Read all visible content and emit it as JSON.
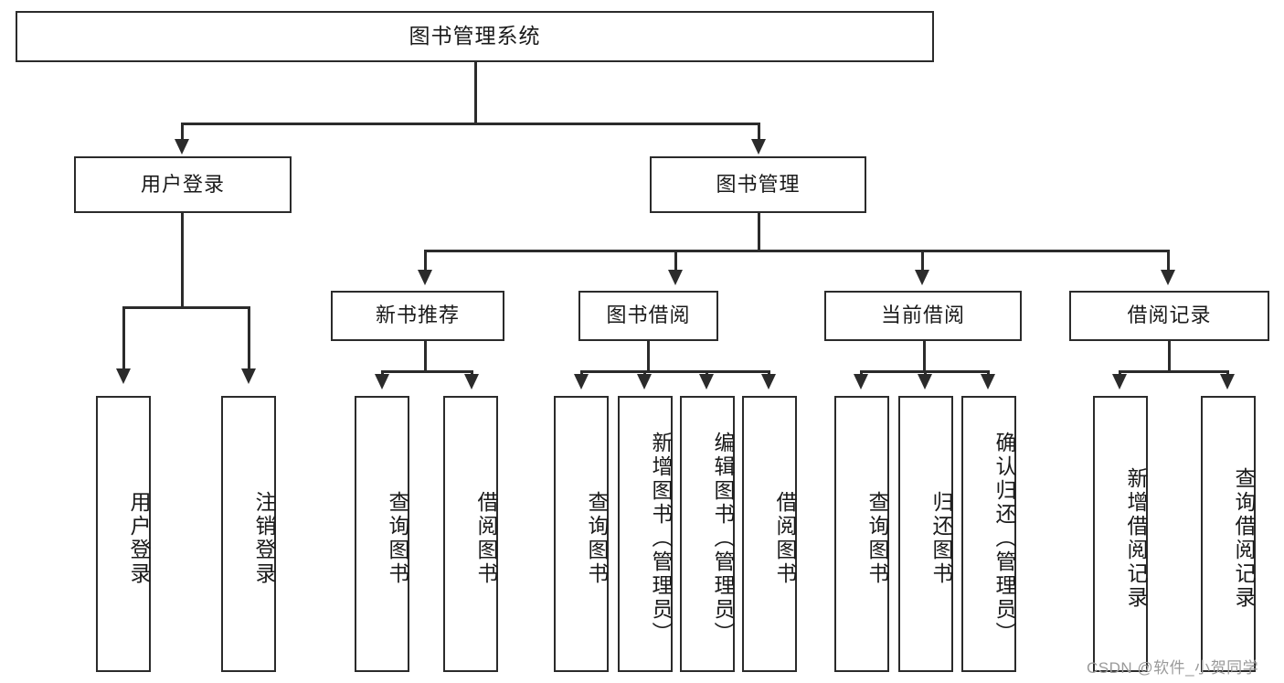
{
  "diagram": {
    "type": "hierarchy-tree",
    "title": "图书管理系统",
    "root": {
      "label": "图书管理系统"
    },
    "level2": [
      {
        "label": "用户登录"
      },
      {
        "label": "图书管理"
      }
    ],
    "level3": [
      {
        "label": "新书推荐"
      },
      {
        "label": "图书借阅"
      },
      {
        "label": "当前借阅"
      },
      {
        "label": "借阅记录"
      }
    ],
    "leaves": {
      "user_login": [
        {
          "label": "用户登录"
        },
        {
          "label": "注销登录"
        }
      ],
      "new_book_recommend": [
        {
          "label": "查询图书"
        },
        {
          "label": "借阅图书"
        }
      ],
      "book_borrow": [
        {
          "label": "查询图书"
        },
        {
          "label": "新增图书（管理员）"
        },
        {
          "label": "编辑图书（管理员）"
        },
        {
          "label": "借阅图书"
        }
      ],
      "current_borrow": [
        {
          "label": "查询图书"
        },
        {
          "label": "归还图书"
        },
        {
          "label": "确认归还（管理员）"
        }
      ],
      "borrow_record": [
        {
          "label": "新增借阅记录"
        },
        {
          "label": "查询借阅记录"
        }
      ]
    }
  },
  "watermark": {
    "text": "CSDN @软件_小贺同学"
  },
  "colors": {
    "stroke": "#2b2b2b",
    "background": "#ffffff",
    "text": "#1a1a1a",
    "watermark": "#9a9a9a"
  }
}
